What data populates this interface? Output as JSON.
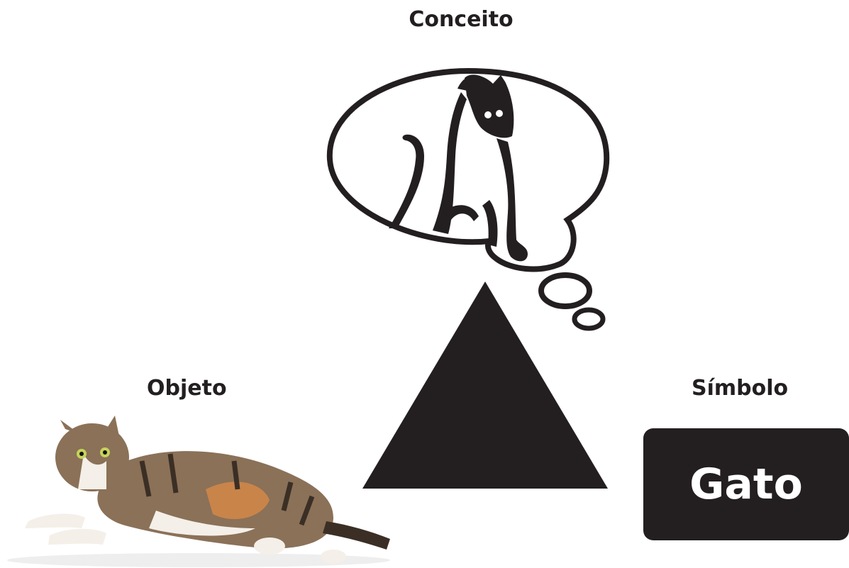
{
  "concept": {
    "label": "Conceito"
  },
  "object": {
    "label": "Objeto"
  },
  "symbol": {
    "label": "Símbolo",
    "word": "Gato"
  },
  "colors": {
    "ink": "#231f20",
    "background": "#ffffff"
  }
}
